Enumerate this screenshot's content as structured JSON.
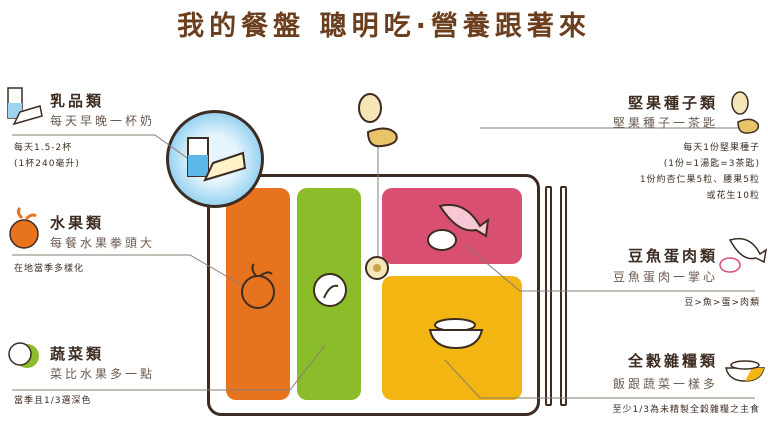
{
  "title": "我的餐盤 聰明吃·營養跟著來",
  "colors": {
    "fruit": "#e8731f",
    "vegetable": "#8bbd2a",
    "protein": "#d94f72",
    "grain": "#f3b512",
    "dairy": "#5bb8e8",
    "title": "#6b3f1e"
  },
  "groups": {
    "dairy": {
      "name": "乳品類",
      "sub": "每天早晚一杯奶",
      "notes": [
        "每天1.5-2杯",
        "(1杯240毫升)"
      ],
      "icon": "milk-cheese-icon"
    },
    "fruit": {
      "name": "水果類",
      "sub": "每餐水果拳頭大",
      "notes": [
        "在地當季多樣化"
      ],
      "icon": "orange-icon"
    },
    "vegetable": {
      "name": "蔬菜類",
      "sub": "菜比水果多一點",
      "notes": [
        "當季且1/3選深色"
      ],
      "icon": "cabbage-icon"
    },
    "nuts": {
      "name": "堅果種子類",
      "sub": "堅果種子一茶匙",
      "notes": [
        "每天1份堅果種子",
        "(1份=1湯匙=3茶匙)",
        "1份約杏仁果5粒、腰果5粒",
        "或花生10粒"
      ],
      "icon": "nuts-icon"
    },
    "protein": {
      "name": "豆魚蛋肉類",
      "sub": "豆魚蛋肉一掌心",
      "notes": [
        "豆>魚>蛋>肉類"
      ],
      "icon": "fish-meat-icon"
    },
    "grain": {
      "name": "全穀雜糧類",
      "sub": "飯跟蔬菜一樣多",
      "notes": [
        "至少1/3為未精製全穀雜糧之主食"
      ],
      "icon": "rice-bowl-icon"
    }
  }
}
